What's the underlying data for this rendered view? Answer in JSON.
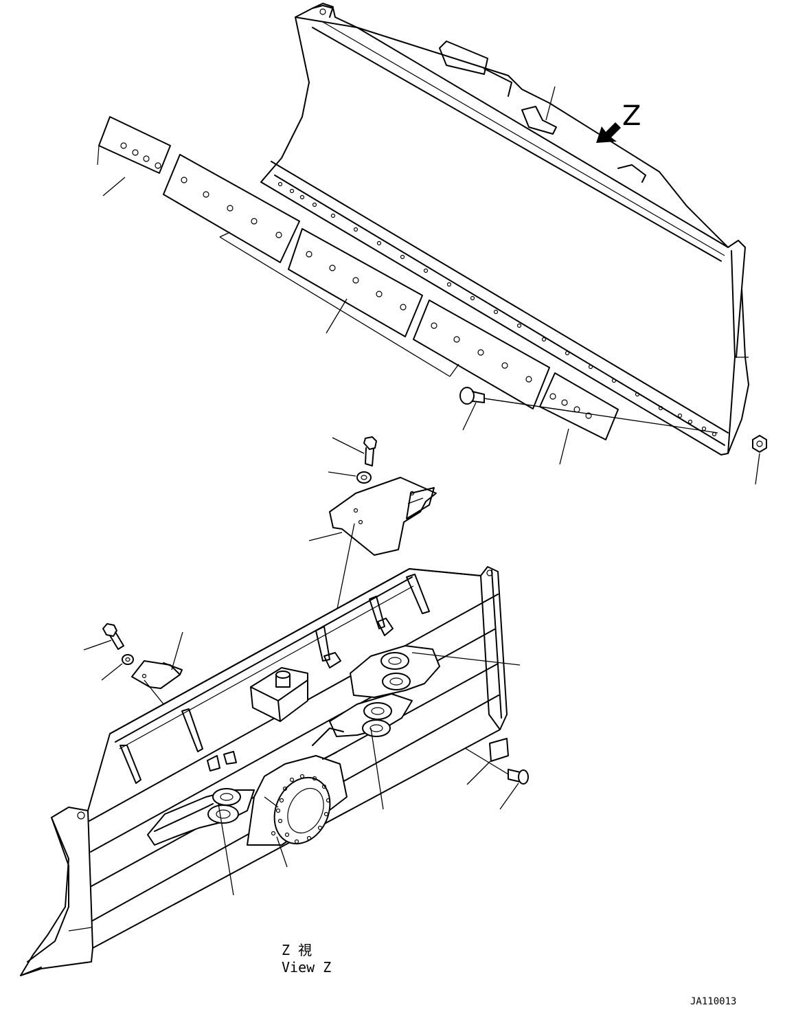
{
  "labels": {
    "view_letter": "Z",
    "view_caption_jp": "Z 視",
    "view_caption_en": "View Z",
    "drawing_id": "JA110013"
  },
  "icons": {
    "view_arrow": "view-direction-arrow-icon"
  },
  "colors": {
    "line": "#000000",
    "background": "#ffffff"
  }
}
